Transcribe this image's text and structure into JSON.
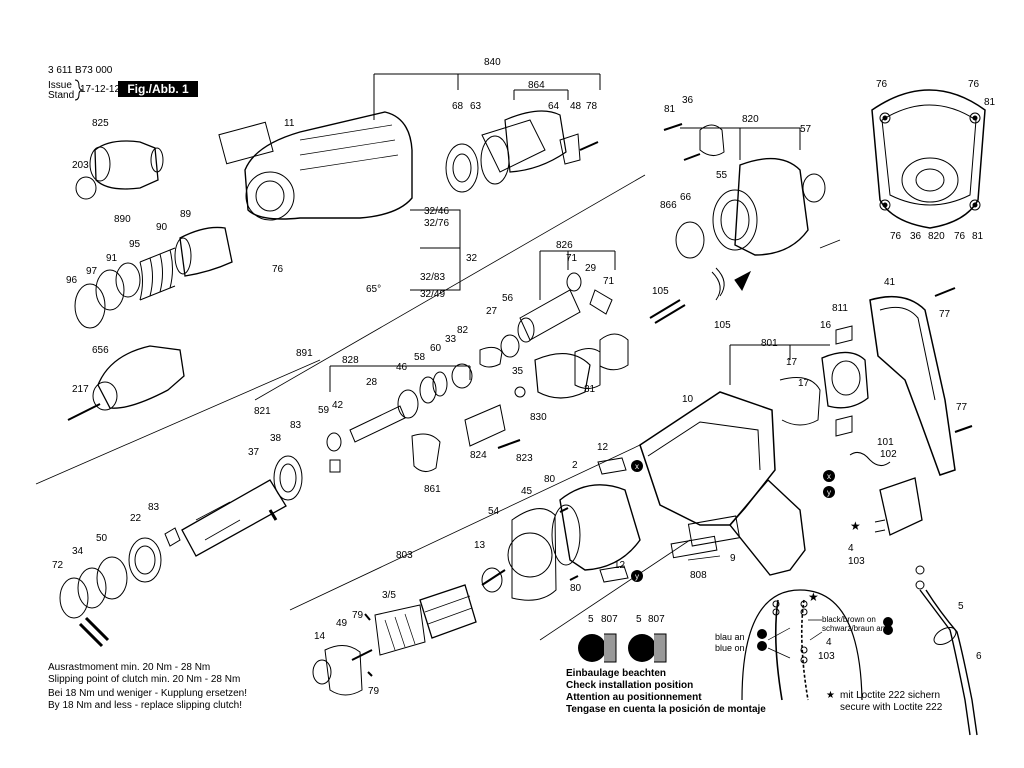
{
  "header": {
    "doc_number": "3 611 B73 000",
    "issue_label": "Issue",
    "stand_label": "Stand",
    "date": "17-12-12",
    "figure": "Fig./Abb. 1"
  },
  "part_labels": [
    "840",
    "864",
    "68",
    "63",
    "64",
    "48",
    "78",
    "11",
    "825",
    "203",
    "32/46",
    "32/76",
    "32",
    "32/83",
    "32/49",
    "65°",
    "76",
    "890",
    "89",
    "90",
    "95",
    "91",
    "97",
    "96",
    "656",
    "217",
    "81",
    "36",
    "820",
    "57",
    "55",
    "66",
    "866",
    "105",
    "105",
    "826",
    "71",
    "29",
    "71",
    "27",
    "56",
    "891",
    "828",
    "82",
    "33",
    "60",
    "58",
    "46",
    "28",
    "42",
    "59",
    "821",
    "38",
    "83",
    "37",
    "35",
    "31",
    "830",
    "10",
    "824",
    "823",
    "861",
    "12",
    "2",
    "80",
    "45",
    "54",
    "13",
    "803",
    "3/5",
    "79",
    "49",
    "14",
    "79",
    "83",
    "22",
    "50",
    "34",
    "72",
    "801",
    "17",
    "17",
    "16",
    "811",
    "41",
    "77",
    "77",
    "101",
    "102",
    "4",
    "103",
    "9",
    "808",
    "12",
    "80",
    "76",
    "76",
    "81",
    "76",
    "36",
    "820",
    "76",
    "81",
    "5",
    "807",
    "5",
    "807",
    "5",
    "6"
  ],
  "callouts": {
    "x": "x",
    "y": "y",
    "star": "★"
  },
  "wiring": {
    "blau_an": "blau an",
    "blue_on": "blue on",
    "black_brown_on": "black/brown on",
    "schwarz_braun_an": "schwarz/braun an",
    "lbl_4": "4",
    "lbl_103": "103"
  },
  "notes": {
    "torque_de": "Ausrastmoment min. 20 Nm - 28 Nm",
    "torque_en": "Slipping point of clutch min. 20 Nm - 28 Nm",
    "clutch_de": "Bei 18 Nm und weniger - Kupplung ersetzen!",
    "clutch_en": "By 18 Nm and less - replace slipping clutch!",
    "install_de": "Einbaulage beachten",
    "install_en": "Check installation position",
    "install_fr": "Attention au positionnement",
    "install_es": "Tengase en cuenta la posición de montaje",
    "loctite_de": "mit Loctite 222 sichern",
    "loctite_en": "secure with Loctite 222"
  }
}
